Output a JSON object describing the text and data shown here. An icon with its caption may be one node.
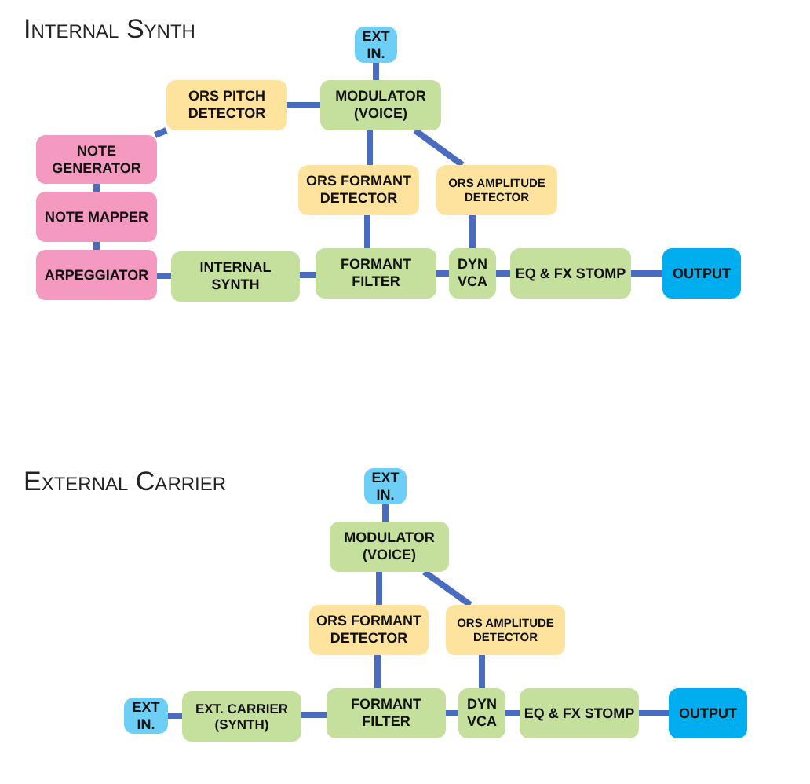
{
  "diagram": {
    "nodes": [
      {
        "text": [
          "EXT IN."
        ]
      },
      {
        "text": [
          "MODULATOR (VOICE)"
        ]
      },
      {
        "text": [
          "ORS PITCH DETECTOR"
        ]
      },
      {
        "text": [
          "NOTE GENERATOR"
        ]
      },
      {
        "text": [
          "NOTE MAPPER"
        ]
      },
      {
        "text": [
          "ARPEGGIATOR"
        ]
      },
      {
        "text": [
          "INTERNAL SYNTH"
        ]
      },
      {
        "text": [
          "ORS FORMANT DETECTOR"
        ]
      },
      {
        "text": [
          "ORS AMPLITUDE DETECTOR"
        ]
      },
      {
        "text": [
          "FORMANT FILTER"
        ]
      },
      {
        "text": [
          "DYN VCA"
        ]
      },
      {
        "text": [
          "EQ & FX STOMP"
        ]
      },
      {
        "text": [
          "OUTPUT"
        ]
      },
      {
        "text": [
          "EXT IN."
        ]
      },
      {
        "text": [
          "MODULATOR (VOICE)"
        ]
      },
      {
        "text": [
          "ORS FORMANT DETECTOR"
        ]
      },
      {
        "text": [
          "ORS AMPLITUDE DETECTOR"
        ]
      },
      {
        "text": [
          "EXT IN."
        ]
      },
      {
        "text": [
          "EXT. CARRIER (SYNTH)"
        ]
      },
      {
        "text": [
          "FORMANT FILTER"
        ]
      },
      {
        "text": [
          "DYN VCA"
        ]
      },
      {
        "text": [
          "EQ & FX STOMP"
        ]
      },
      {
        "text": [
          "OUTPUT"
        ]
      }
    ],
    "edges": [
      {
        "from": 0,
        "to": 1,
        "arrow": "none"
      },
      {
        "from": 1,
        "to": 2,
        "arrow": "none"
      },
      {
        "from": 2,
        "to": 3,
        "arrow": "none"
      },
      {
        "from": 3,
        "to": 4,
        "arrow": "none"
      },
      {
        "from": 4,
        "to": 5,
        "arrow": "none"
      },
      {
        "from": 5,
        "to": 6,
        "arrow": "none"
      },
      {
        "from": 6,
        "to": 9,
        "arrow": "none"
      },
      {
        "from": 1,
        "to": 7,
        "arrow": "none"
      },
      {
        "from": 1,
        "to": 8,
        "arrow": "none"
      },
      {
        "from": 7,
        "to": 9,
        "arrow": "none"
      },
      {
        "from": 8,
        "to": 10,
        "arrow": "none"
      },
      {
        "from": 9,
        "to": 10,
        "arrow": "none"
      },
      {
        "from": 10,
        "to": 11,
        "arrow": "none"
      },
      {
        "from": 11,
        "to": 12,
        "arrow": "none"
      },
      {
        "from": 13,
        "to": 14,
        "arrow": "none"
      },
      {
        "from": 14,
        "to": 15,
        "arrow": "none"
      },
      {
        "from": 14,
        "to": 16,
        "arrow": "none"
      },
      {
        "from": 15,
        "to": 19,
        "arrow": "none"
      },
      {
        "from": 16,
        "to": 20,
        "arrow": "none"
      },
      {
        "from": 17,
        "to": 18,
        "arrow": "none"
      },
      {
        "from": 18,
        "to": 19,
        "arrow": "none"
      },
      {
        "from": 19,
        "to": 20,
        "arrow": "none"
      },
      {
        "from": 20,
        "to": 21,
        "arrow": "none"
      },
      {
        "from": 21,
        "to": 22,
        "arrow": "none"
      }
    ],
    "labels": [
      "Internal Synth",
      "External Carrier"
    ]
  }
}
